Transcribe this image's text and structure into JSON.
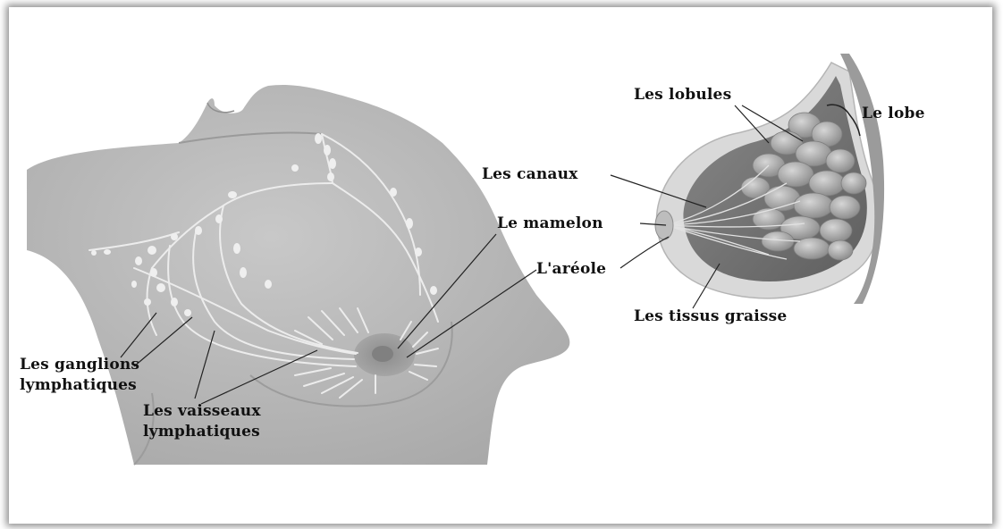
{
  "labels": {
    "lobules": "Les lobules",
    "lobe": "Le lobe",
    "canaux": "Les canaux",
    "mamelon": "Le mamelon",
    "areole": "L'aréole",
    "tissus": "Les tissus graisse",
    "ganglions_1": "Les ganglions",
    "ganglions_2": "lymphatiques",
    "vaisseaux_1": "Les vaisseaux",
    "vaisseaux_2": "lymphatiques"
  },
  "colors": {
    "body": "#b9b9b9",
    "body_shade": "#a6a6a6",
    "vessel": "#e6e6e6",
    "node": "#eeeeee",
    "areola": "#8a8a8a",
    "breast_outer": "#d0d0d0",
    "breast_dark": "#7a7a7a",
    "lobule": "#b0b0b0",
    "frame_shadow": "#555555"
  }
}
